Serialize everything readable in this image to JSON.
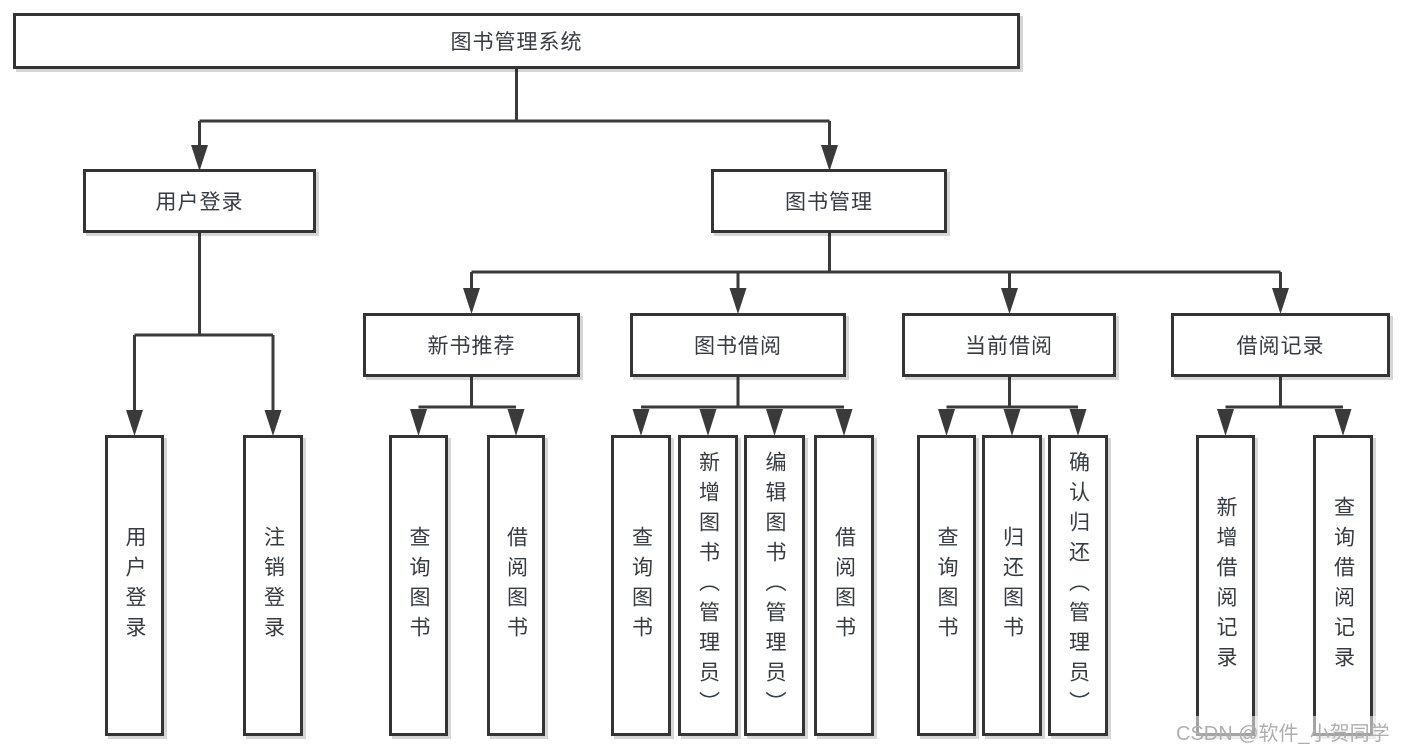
{
  "diagram": {
    "watermark": "CSDN @软件_小贺同学",
    "colors": {
      "line": "#3a3a3a",
      "box_border": "#343434",
      "box_background": "#ffffff",
      "text": "#363b42",
      "watermark_text": "#aeaeae",
      "page_background": "#ffffff"
    },
    "nodes": {
      "root": "图书管理系统",
      "user_login": "用户登录",
      "book_management": "图书管理",
      "new_book_recommend": "新书推荐",
      "book_borrowing": "图书借阅",
      "current_borrowing": "当前借阅",
      "borrowing_records": "借阅记录",
      "leaf_user_login": "用户登录",
      "leaf_logout": "注销登录",
      "leaf_rec_query_books": "查询图书",
      "leaf_rec_borrow_books": "借阅图书",
      "leaf_bb_query_books": "查询图书",
      "leaf_bb_add_books_admin": "新增图书（管理员）",
      "leaf_bb_edit_books_admin": "编辑图书（管理员）",
      "leaf_bb_borrow_books": "借阅图书",
      "leaf_cb_query_books": "查询图书",
      "leaf_cb_return_books": "归还图书",
      "leaf_cb_confirm_return_admin": "确认归还（管理员）",
      "leaf_br_add_record": "新增借阅记录",
      "leaf_br_query_record": "查询借阅记录"
    }
  }
}
